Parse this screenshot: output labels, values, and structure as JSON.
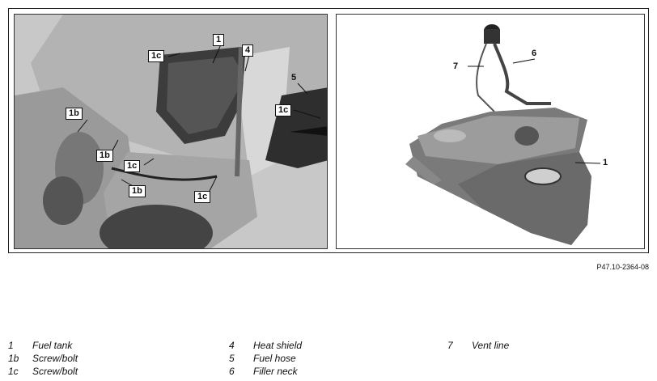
{
  "left_callouts": [
    "1",
    "1c",
    "4",
    "5",
    "1c",
    "1b",
    "1b",
    "1c",
    "1b",
    "1c"
  ],
  "right_callouts": [
    "6",
    "7",
    "1"
  ],
  "reference_code": "P47.10-2364-08",
  "legend": [
    {
      "num": "1",
      "text": "Fuel tank"
    },
    {
      "num": "1b",
      "text": "Screw/bolt"
    },
    {
      "num": "1c",
      "text": "Screw/bolt"
    },
    {
      "num": "4",
      "text": "Heat shield"
    },
    {
      "num": "5",
      "text": "Fuel hose"
    },
    {
      "num": "6",
      "text": "Filler neck"
    },
    {
      "num": "7",
      "text": "Vent line"
    }
  ]
}
